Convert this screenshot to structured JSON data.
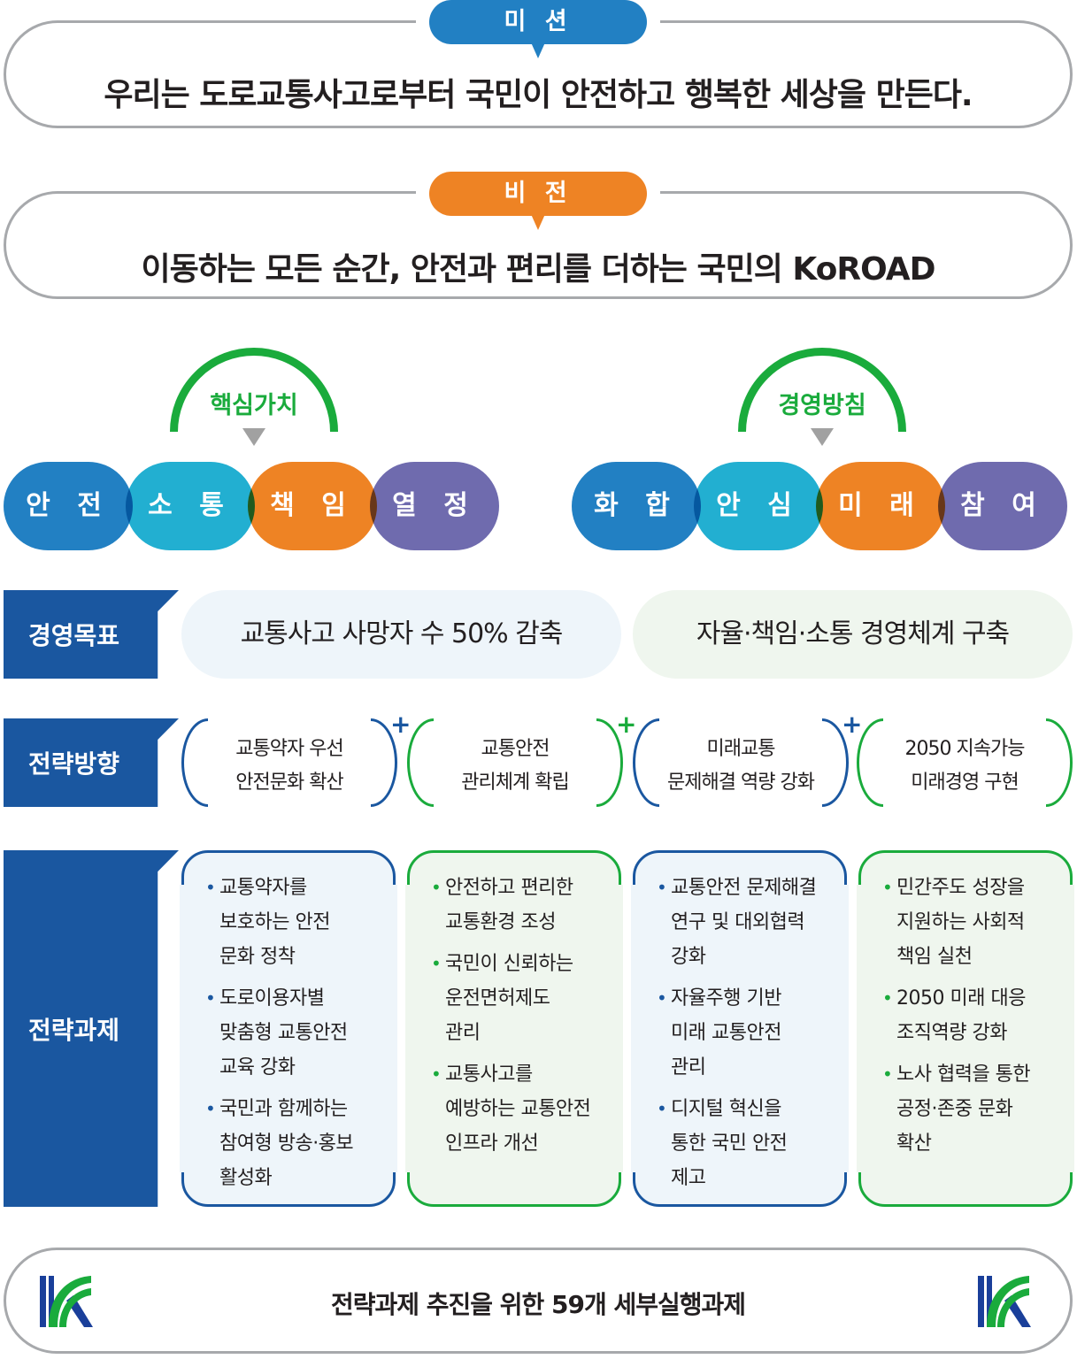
{
  "mission": {
    "label": "미 션",
    "text": "우리는 도로교통사고로부터 국민이 안전하고 행복한 세상을 만든다.",
    "color": "#2280c3"
  },
  "vision": {
    "label": "비 전",
    "text": "이동하는 모든 순간, 안전과 편리를 더하는 국민의 KoROAD",
    "color": "#ee8324"
  },
  "core_values": {
    "title": "핵심가치",
    "items": [
      "안 전",
      "소 통",
      "책 임",
      "열 정"
    ]
  },
  "management_policy": {
    "title": "경영방침",
    "items": [
      "화 합",
      "안 심",
      "미 래",
      "참 여"
    ]
  },
  "colors": {
    "blue": "#2280c3",
    "cyan": "#22afd1",
    "orange": "#ee8324",
    "purple": "#6f6bae",
    "green": "#1aab3c",
    "navy": "#1a57a0"
  },
  "goals": {
    "label": "경영목표",
    "items": [
      "교통사고 사망자 수 50% 감축",
      "자율·책임·소통 경영체계 구축"
    ]
  },
  "directions": {
    "label": "전략방향",
    "items": [
      "교통약자 우선\n안전문화 확산",
      "교통안전\n관리체계 확립",
      "미래교통\n문제해결 역량 강화",
      "2050 지속가능\n미래경영 구현"
    ],
    "connector": "+"
  },
  "tasks": {
    "label": "전략과제",
    "bullet": "•",
    "columns": [
      [
        "교통약자를\n보호하는 안전\n문화 정착",
        "도로이용자별\n맞춤형 교통안전\n교육 강화",
        "국민과 함께하는\n참여형 방송·홍보\n활성화"
      ],
      [
        "안전하고 편리한\n교통환경 조성",
        "국민이 신뢰하는\n운전면허제도\n관리",
        "교통사고를\n예방하는 교통안전\n인프라 개선"
      ],
      [
        "교통안전 문제해결\n연구 및 대외협력\n강화",
        "자율주행 기반\n미래 교통안전\n관리",
        "디지털 혁신을\n통한 국민 안전\n제고"
      ],
      [
        "민간주도 성장을\n지원하는 사회적\n책임 실천",
        "2050 미래 대응\n조직역량 강화",
        "노사 협력을 통한\n공정·존중 문화\n확산"
      ]
    ]
  },
  "footer": {
    "text": "전략과제 추진을 위한 59개 세부실행과제",
    "logo": "koroad-k-logo"
  }
}
